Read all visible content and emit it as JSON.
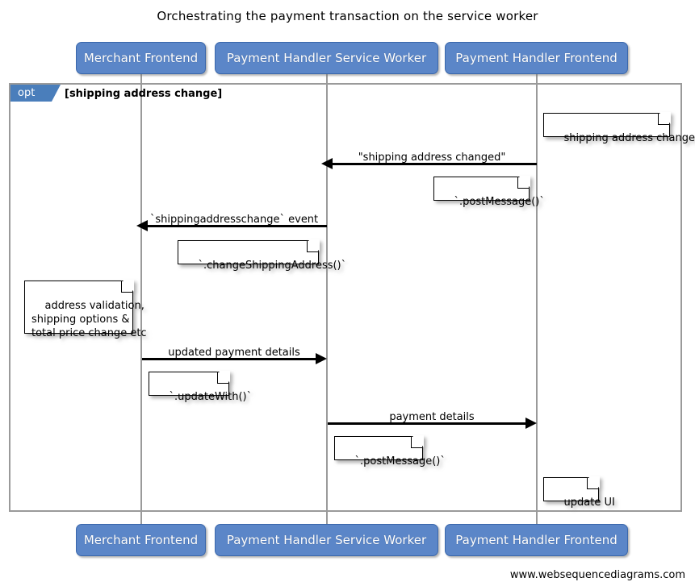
{
  "diagram": {
    "title": "Orchestrating the payment transaction on the service worker",
    "footer": "www.websequencediagrams.com",
    "colors": {
      "participant_fill": "#5b86c8",
      "participant_border": "#3a67ab",
      "participant_text": "#ffffff",
      "frame_tag_fill": "#4a7ebb",
      "lifeline": "#9a9a9a",
      "note_border": "#000000",
      "arrow": "#000000"
    }
  },
  "participants": [
    {
      "id": "merchant-frontend",
      "label": "Merchant Frontend"
    },
    {
      "id": "payment-handler-service-worker",
      "label": "Payment Handler Service Worker"
    },
    {
      "id": "payment-handler-frontend",
      "label": "Payment Handler Frontend"
    }
  ],
  "fragment": {
    "type": "opt",
    "tag_label": "opt",
    "condition": "[shipping address change]"
  },
  "messages": [
    {
      "id": "msg-shipping-address-changed",
      "label": "\"shipping address changed\"",
      "from": "payment-handler-frontend",
      "to": "payment-handler-service-worker",
      "direction": "left"
    },
    {
      "id": "msg-shippingaddresschange-event",
      "label": "`shippingaddresschange` event",
      "from": "payment-handler-service-worker",
      "to": "merchant-frontend",
      "direction": "left"
    },
    {
      "id": "msg-updated-payment-details",
      "label": "updated payment details",
      "from": "merchant-frontend",
      "to": "payment-handler-service-worker",
      "direction": "right"
    },
    {
      "id": "msg-payment-details",
      "label": "payment details",
      "from": "payment-handler-service-worker",
      "to": "payment-handler-frontend",
      "direction": "right"
    }
  ],
  "notes": [
    {
      "id": "note-shipping-address-changed",
      "text": "shipping address changed"
    },
    {
      "id": "note-post-message-1",
      "text": "`.postMessage()`"
    },
    {
      "id": "note-change-shipping-address",
      "text": "`.changeShippingAddress()`"
    },
    {
      "id": "note-address-validation",
      "text": "address validation,\nshipping options &\ntotal price change etc"
    },
    {
      "id": "note-update-with",
      "text": "`.updateWith()`"
    },
    {
      "id": "note-post-message-2",
      "text": "`.postMessage()`"
    },
    {
      "id": "note-update-ui",
      "text": "update UI"
    }
  ]
}
